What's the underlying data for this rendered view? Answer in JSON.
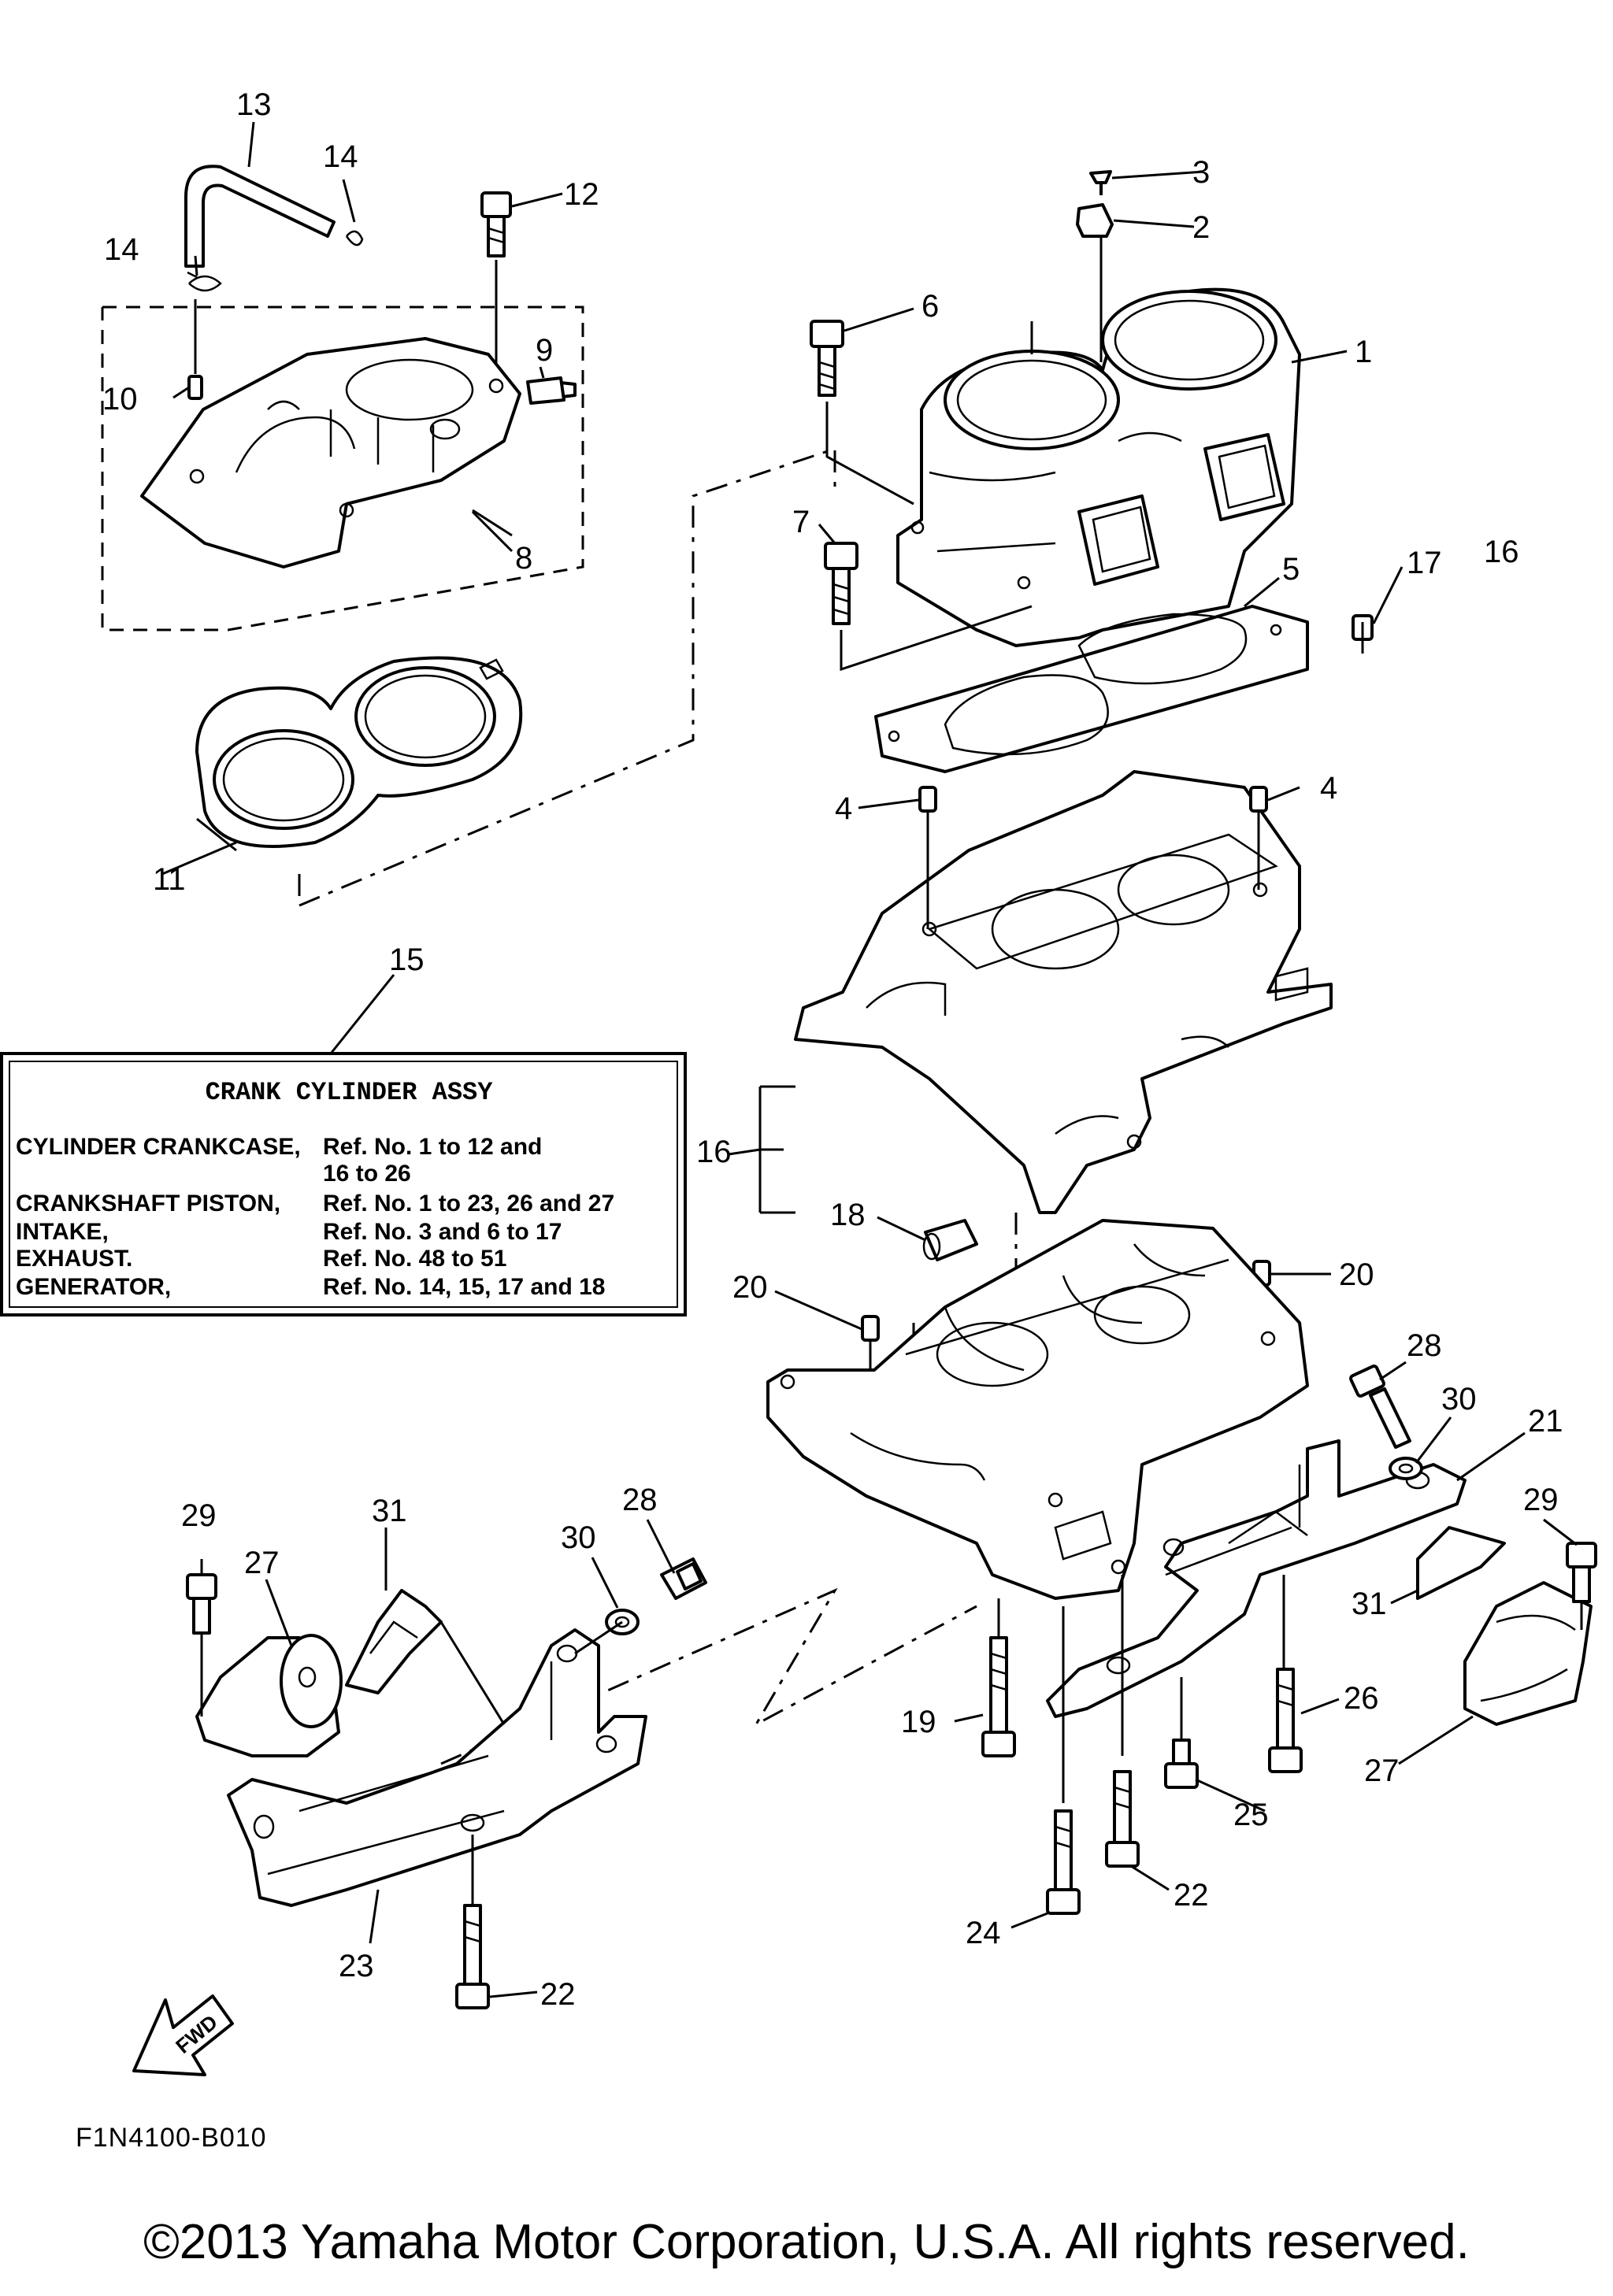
{
  "callouts": [
    {
      "id": "1",
      "text": "1"
    },
    {
      "id": "2",
      "text": "2"
    },
    {
      "id": "3",
      "text": "3"
    },
    {
      "id": "4a",
      "text": "4"
    },
    {
      "id": "4b",
      "text": "4"
    },
    {
      "id": "5",
      "text": "5"
    },
    {
      "id": "6",
      "text": "6"
    },
    {
      "id": "7",
      "text": "7"
    },
    {
      "id": "8",
      "text": "8"
    },
    {
      "id": "9",
      "text": "9"
    },
    {
      "id": "10",
      "text": "10"
    },
    {
      "id": "11",
      "text": "11"
    },
    {
      "id": "12",
      "text": "12"
    },
    {
      "id": "13",
      "text": "13"
    },
    {
      "id": "14a",
      "text": "14"
    },
    {
      "id": "14b",
      "text": "14"
    },
    {
      "id": "15",
      "text": "15"
    },
    {
      "id": "16a",
      "text": "16"
    },
    {
      "id": "16b",
      "text": "16"
    },
    {
      "id": "17",
      "text": "17"
    },
    {
      "id": "18",
      "text": "18"
    },
    {
      "id": "19",
      "text": "19"
    },
    {
      "id": "20a",
      "text": "20"
    },
    {
      "id": "20b",
      "text": "20"
    },
    {
      "id": "21",
      "text": "21"
    },
    {
      "id": "22a",
      "text": "22"
    },
    {
      "id": "22b",
      "text": "22"
    },
    {
      "id": "23",
      "text": "23"
    },
    {
      "id": "24",
      "text": "24"
    },
    {
      "id": "25",
      "text": "25"
    },
    {
      "id": "26",
      "text": "26"
    },
    {
      "id": "27a",
      "text": "27"
    },
    {
      "id": "27b",
      "text": "27"
    },
    {
      "id": "28a",
      "text": "28"
    },
    {
      "id": "28b",
      "text": "28"
    },
    {
      "id": "29a",
      "text": "29"
    },
    {
      "id": "29b",
      "text": "29"
    },
    {
      "id": "30a",
      "text": "30"
    },
    {
      "id": "30b",
      "text": "30"
    },
    {
      "id": "31a",
      "text": "31"
    },
    {
      "id": "31b",
      "text": "31"
    }
  ],
  "assy_box": {
    "title": "CRANK CYLINDER ASSY",
    "rows": [
      {
        "name": "CYLINDER CRANKCASE,",
        "ref": "Ref. No. 1 to 12 and"
      },
      {
        "name": "",
        "ref": "16 to 26"
      },
      {
        "name": "CRANKSHAFT PISTON,",
        "ref": "Ref. No. 1 to 23, 26 and 27"
      },
      {
        "name": "INTAKE,",
        "ref": "Ref. No. 3 and 6 to 17"
      },
      {
        "name": "EXHAUST.",
        "ref": "Ref. No. 48 to 51"
      },
      {
        "name": "GENERATOR,",
        "ref": "Ref. No. 14, 15, 17 and 18"
      }
    ]
  },
  "fwd_label": "FWD",
  "diagram_code": "F1N4100-B010",
  "copyright": "©2013 Yamaha Motor Corporation, U.S.A. All rights reserved."
}
